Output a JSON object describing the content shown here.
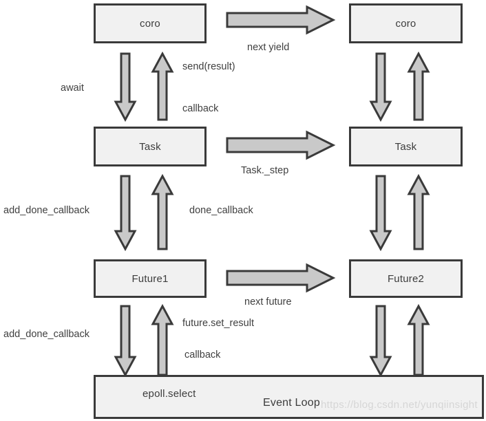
{
  "diagram": {
    "title": "asyncio coroutine / Task / Future / Event Loop interaction",
    "colors": {
      "box_fill": "#f1f1f1",
      "box_border": "#3a3a3a",
      "arrow_fill": "#c9c9c9",
      "arrow_border": "#3a3a3a",
      "text": "#3f3f3f",
      "watermark": "#d6d6d6",
      "background": "#ffffff"
    },
    "nodes": [
      {
        "id": "coro-left",
        "label": "coro"
      },
      {
        "id": "coro-right",
        "label": "coro"
      },
      {
        "id": "task-left",
        "label": "Task"
      },
      {
        "id": "task-right",
        "label": "Task"
      },
      {
        "id": "future1",
        "label": "Future1"
      },
      {
        "id": "future2",
        "label": "Future2"
      },
      {
        "id": "event-loop",
        "label": "Event Loop"
      },
      {
        "id": "epoll-select",
        "label": "epoll.select"
      }
    ],
    "edge_labels": {
      "await": "await",
      "send_result": "send(result)",
      "callback_top": "callback",
      "next_yield": "next yield",
      "add_done_callback_upper": "add_done_callback",
      "done_callback": "done_callback",
      "task_step": "Task._step",
      "add_done_callback_lower": "add_done_callback",
      "future_set_result": "future.set_result",
      "callback_bottom": "callback",
      "next_future": "next future"
    },
    "watermark": "https://blog.csdn.net/yunqiinsight"
  }
}
